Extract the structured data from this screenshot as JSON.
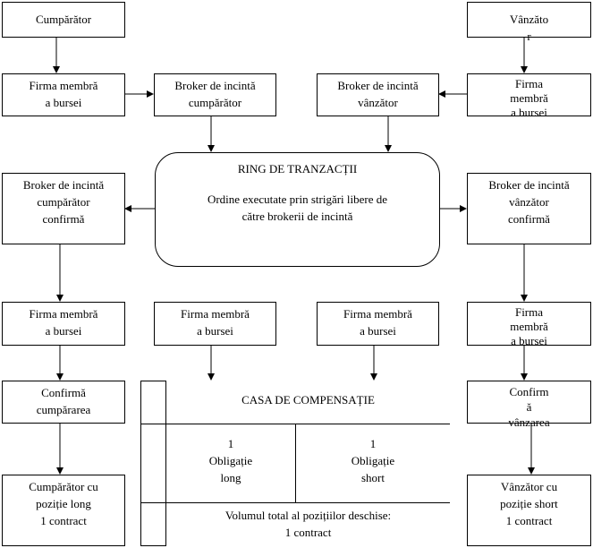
{
  "buyer": "Cumpărător",
  "seller_line1": "Vânzăto",
  "seller_line2": "r",
  "firm_buyer_top": [
    "Firma membră",
    "a bursei"
  ],
  "broker_buyer": [
    "Broker de incintă",
    "cumpărător"
  ],
  "broker_seller": [
    "Broker de incintă",
    "vânzător"
  ],
  "firm_seller_top": [
    "Firma",
    "membră",
    "a bursei"
  ],
  "ring": {
    "title": "RING DE TRANZACȚII",
    "desc1": "Ordine executate prin strigări libere de",
    "desc2": "către brokerii de incintă"
  },
  "broker_buyer_confirm": [
    "Broker de incintă",
    "cumpărător",
    "confirmă"
  ],
  "broker_seller_confirm": [
    "Broker de incintă",
    "vânzător",
    "confirmă"
  ],
  "firms_row": [
    [
      "Firma membră",
      "a bursei"
    ],
    [
      "Firma membră",
      "a bursei"
    ],
    [
      "Firma membră",
      "a bursei"
    ],
    [
      "Firma",
      "membră",
      "a bursei"
    ]
  ],
  "confirm_buy": [
    "Confirmă",
    "cumpărarea"
  ],
  "confirm_sell": [
    "Confirm",
    "ă",
    "vânzarea"
  ],
  "clearing": {
    "title": "CASA DE COMPENSAȚIE",
    "long": [
      "1",
      "Obligație",
      "long"
    ],
    "short": [
      "1",
      "Obligație",
      "short"
    ],
    "total1": "Volumul total al pozițiilor deschise:",
    "total2": "1 contract"
  },
  "buyer_final": [
    "Cumpărător cu",
    "poziție long",
    "1 contract"
  ],
  "seller_final": [
    "Vânzător cu",
    "poziție short",
    "1 contract"
  ]
}
